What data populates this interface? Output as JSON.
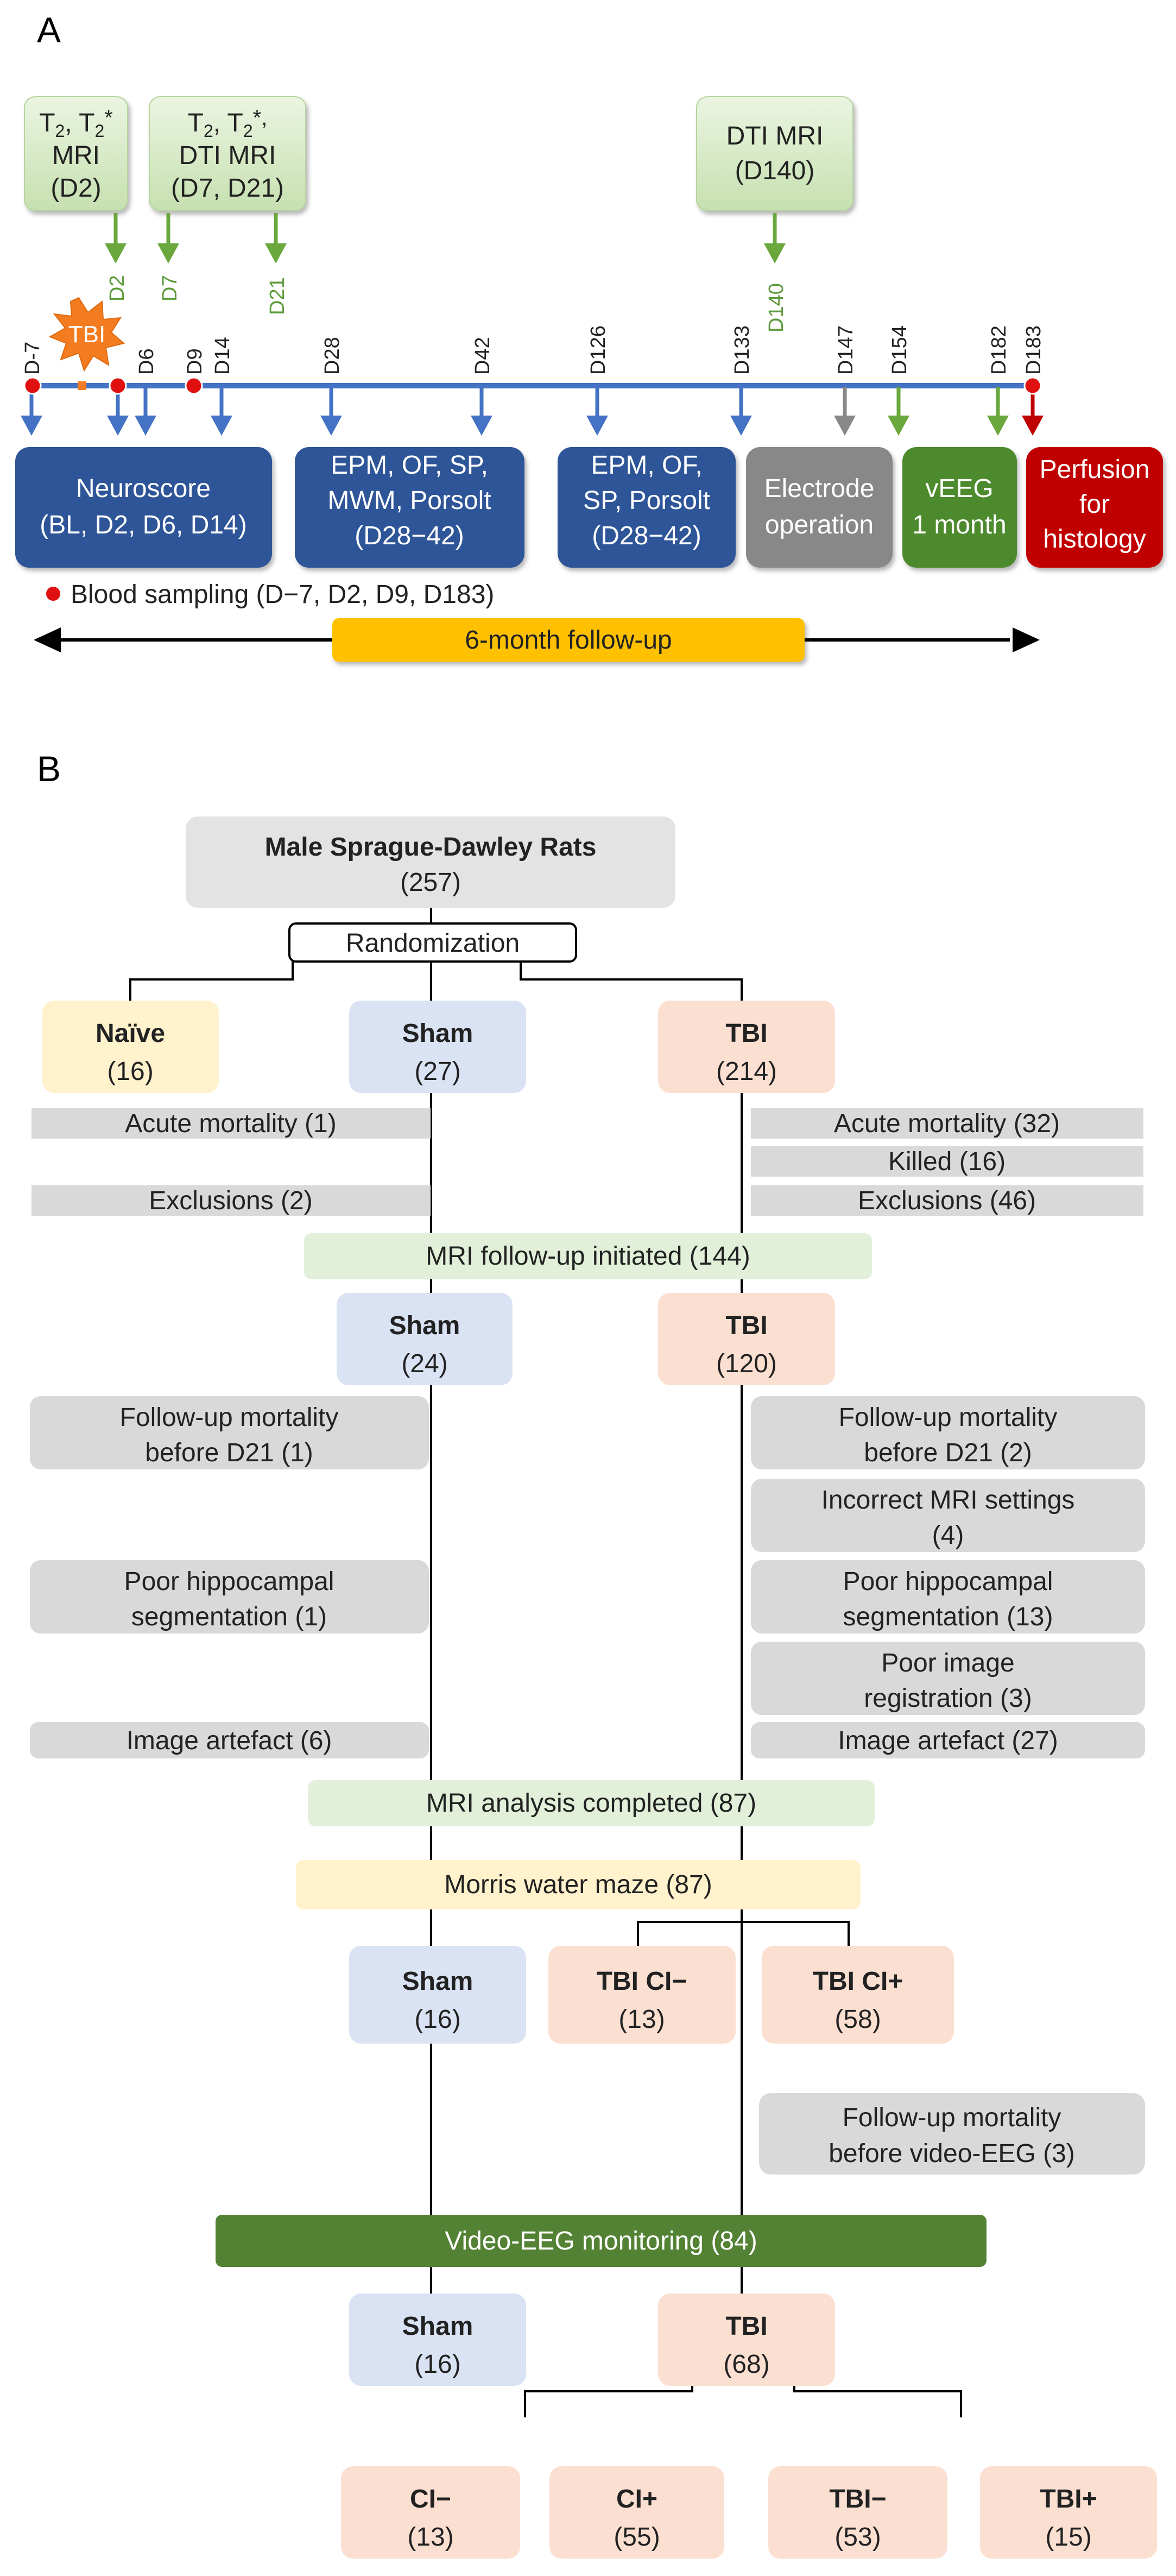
{
  "panel_a_label": "A",
  "panel_b_label": "B",
  "mri_boxes": {
    "box1": {
      "line1": "T",
      "line1_sub": "2",
      "line1_sep": ", T",
      "line1_sub2": "2",
      "line1_star": "*",
      "line2": "MRI",
      "line3": "(D2)"
    },
    "box2": {
      "line1": "T",
      "line1_sub": "2",
      "line1_sep": ", T",
      "line1_sub2": "2",
      "line1_star": "*,",
      "line2": "DTI MRI",
      "line3": "(D7, D21)"
    },
    "box3": {
      "line1": "DTI MRI",
      "line2": "(D140)"
    }
  },
  "green_days": {
    "d2": "D2",
    "d7": "D7",
    "d21": "D21",
    "d140": "D140"
  },
  "tbi_burst": "TBI",
  "timeline_days": [
    "D-7",
    "D6",
    "D9",
    "D14",
    "D28",
    "D42",
    "D126",
    "D133",
    "D147",
    "D154",
    "D182",
    "D183"
  ],
  "phase_boxes": {
    "neuroscore": {
      "line1": "Neuroscore",
      "line2": "(BL, D2, D6, D14)"
    },
    "behav1": {
      "line1": "EPM, OF, SP,",
      "line2": "MWM, Porsolt",
      "line3": "(D28−42)"
    },
    "behav2": {
      "line1": "EPM, OF,",
      "line2": "SP, Porsolt",
      "line3": "(D28−42)"
    },
    "electrode": {
      "line1": "Electrode",
      "line2": "operation"
    },
    "veeg": {
      "line1": "vEEG",
      "line2": "1 month"
    },
    "perfusion": {
      "line1": "Perfusion",
      "line2": "for",
      "line3": "histology"
    }
  },
  "blood_sampling": "Blood sampling (D−7, D2, D9, D183)",
  "followup_label": "6-month follow-up",
  "flow": {
    "root": {
      "label": "Male Sprague-Dawley Rats",
      "count": "(257)"
    },
    "randomization": "Randomization",
    "naive": {
      "label": "Naïve",
      "count": "(16)"
    },
    "sham1": {
      "label": "Sham",
      "count": "(27)"
    },
    "tbi1": {
      "label": "TBI",
      "count": "(214)"
    },
    "sham_acute_mortality": "Acute mortality (1)",
    "sham_exclusions": "Exclusions (2)",
    "tbi_acute_mortality": "Acute mortality (32)",
    "tbi_killed": "Killed (16)",
    "tbi_exclusions": "Exclusions (46)",
    "mri_initiated": "MRI follow-up initiated (144)",
    "sham2": {
      "label": "Sham",
      "count": "(24)"
    },
    "tbi2": {
      "label": "TBI",
      "count": "(120)"
    },
    "sham_followup_mortality": {
      "line1": "Follow-up mortality",
      "line2": "before D21 (1)"
    },
    "sham_poor_seg": {
      "line1": "Poor hippocampal",
      "line2": "segmentation (1)"
    },
    "sham_artefact": "Image artefact (6)",
    "tbi_followup_mortality": {
      "line1": "Follow-up mortality",
      "line2": "before D21 (2)"
    },
    "tbi_incorrect_mri": {
      "line1": "Incorrect MRI settings",
      "line2": "(4)"
    },
    "tbi_poor_seg": {
      "line1": "Poor hippocampal",
      "line2": "segmentation (13)"
    },
    "tbi_poor_reg": {
      "line1": "Poor image",
      "line2": "registration (3)"
    },
    "tbi_artefact": "Image artefact (27)",
    "mri_completed": "MRI analysis completed (87)",
    "morris": "Morris water maze (87)",
    "sham3": {
      "label": "Sham",
      "count": "(16)"
    },
    "tbi_ci_minus": {
      "label": "TBI CI−",
      "count": "(13)"
    },
    "tbi_ci_plus": {
      "label": "TBI CI+",
      "count": "(58)"
    },
    "tbi_followup_mortality_eeg": {
      "line1": "Follow-up mortality",
      "line2": "before video-EEG (3)"
    },
    "video_eeg": "Video-EEG monitoring (84)",
    "sham4": {
      "label": "Sham",
      "count": "(16)"
    },
    "tbi4": {
      "label": "TBI",
      "count": "(68)"
    },
    "ci_minus": {
      "label": "CI−",
      "count": "(13)"
    },
    "ci_plus": {
      "label": "CI+",
      "count": "(55)"
    },
    "tbi_minus": {
      "label": "TBI−",
      "count": "(53)"
    },
    "tbi_plus": {
      "label": "TBI+",
      "count": "(15)"
    }
  },
  "colors": {
    "timeline_blue": "#4472c4",
    "navy_box": "#2e5597",
    "green_arrow": "#6aa73c",
    "mri_box_fill": "#d5e8c4",
    "gray_box": "#888888",
    "veeg_green": "#4e8a2f",
    "perfusion_red": "#c00000",
    "blood_red": "#e01010",
    "tbi_orange": "#f47c20",
    "followup_bar": "#ffc000",
    "naive_fill": "#fff2cc",
    "sham_fill": "#dae3f3",
    "tbi_fill": "#fbe0d2",
    "exclusion_gray": "#d9d9d9",
    "mri_stage_fill": "#e2f0d9",
    "morris_fill": "#fff2cc",
    "video_eeg_fill": "#548235"
  }
}
